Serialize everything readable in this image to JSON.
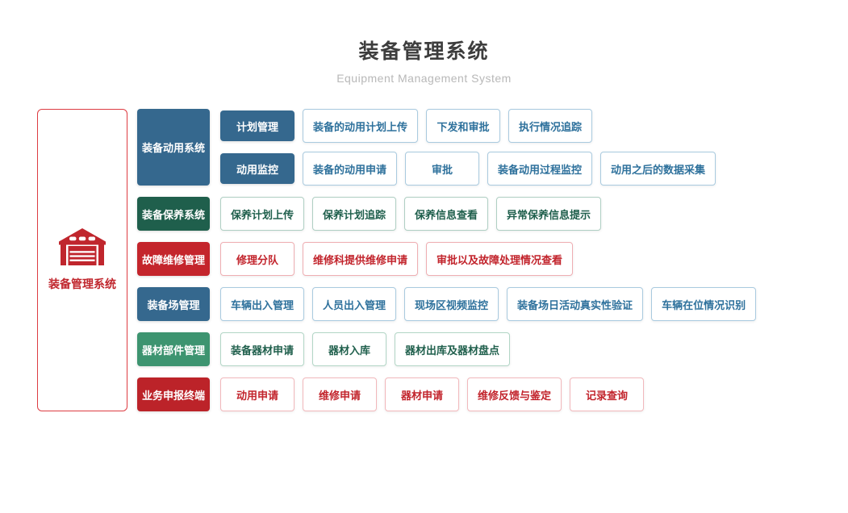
{
  "page": {
    "title": "装备管理系统",
    "subtitle": "Equipment Management System"
  },
  "root": {
    "label": "装备管理系统",
    "icon": "warehouse-icon",
    "accent_color": "#c0262d",
    "border_color": "#dd3c42"
  },
  "themes": {
    "blue": {
      "fill": "#35688e",
      "border": "#a9cadf",
      "text": "#2e719c"
    },
    "darkgreen": {
      "fill": "#1f5f4c",
      "border": "#afcfc3",
      "text": "#1f5f4c"
    },
    "red": {
      "fill": "#c4252c",
      "border": "#efaeb2",
      "text": "#c2242c"
    },
    "green": {
      "fill": "#3d9470",
      "border": "#b2d6c6",
      "text": "#1f5f4c"
    },
    "darkred": {
      "fill": "#bc2329",
      "border": "#f2b8bc",
      "text": "#c2242c"
    }
  },
  "groups": [
    {
      "name": "装备动用系统",
      "theme": "blue",
      "rows": [
        {
          "sub": "计划管理",
          "items": [
            "装备的动用计划上传",
            "下发和审批",
            "执行情况追踪"
          ]
        },
        {
          "sub": "动用监控",
          "items": [
            "装备的动用申请",
            "审批",
            "装备动用过程监控",
            "动用之后的数据采集"
          ]
        }
      ]
    },
    {
      "name": "装备保养系统",
      "theme": "darkgreen",
      "rows": [
        {
          "items": [
            "保养计划上传",
            "保养计划追踪",
            "保养信息查看",
            "异常保养信息提示"
          ]
        }
      ]
    },
    {
      "name": "故障维修管理",
      "theme": "red",
      "rows": [
        {
          "items": [
            "修理分队",
            "维修科提供维修申请",
            "审批以及故障处理情况查看"
          ]
        }
      ]
    },
    {
      "name": "装备场管理",
      "theme": "blue",
      "rows": [
        {
          "items": [
            "车辆出入管理",
            "人员出入管理",
            "现场区视频监控",
            "装备场日活动真实性验证",
            "车辆在位情况识别"
          ]
        }
      ]
    },
    {
      "name": "器材部件管理",
      "theme": "green",
      "rows": [
        {
          "items": [
            "装备器材申请",
            "器材入库",
            "器材出库及器材盘点"
          ]
        }
      ]
    },
    {
      "name": "业务申报终端",
      "theme": "darkred",
      "rows": [
        {
          "items": [
            "动用申请",
            "维修申请",
            "器材申请",
            "维修反馈与鉴定",
            "记录查询"
          ]
        }
      ]
    }
  ]
}
